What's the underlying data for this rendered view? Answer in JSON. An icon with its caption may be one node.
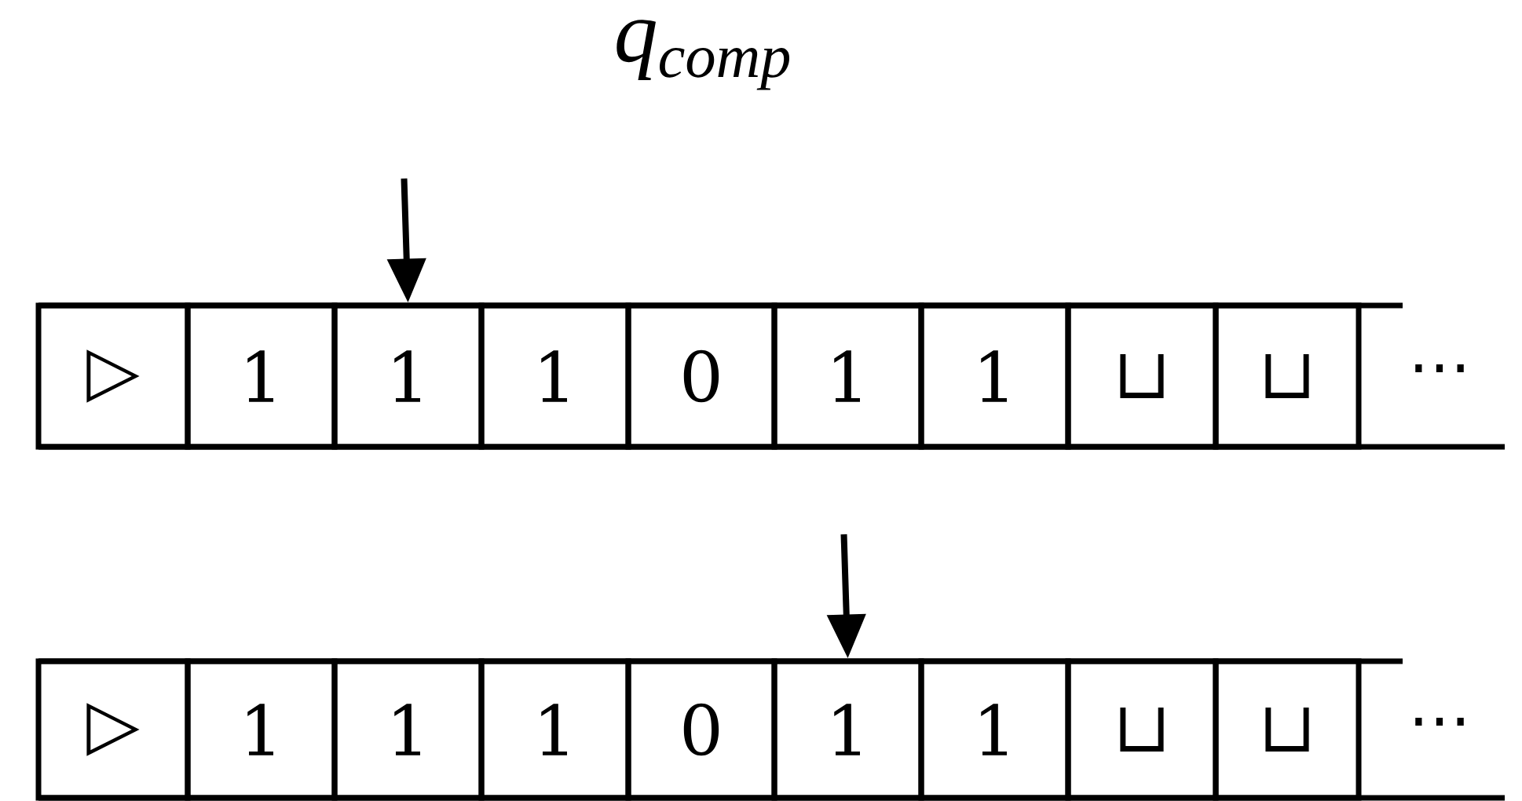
{
  "diagram": {
    "title": "q$_{comp}$",
    "nodes": [
      {
        "text": [
          "▷"
        ]
      },
      {
        "text": [
          "1"
        ]
      },
      {
        "text": [
          "1"
        ]
      },
      {
        "text": [
          "1"
        ]
      },
      {
        "text": [
          "0"
        ]
      },
      {
        "text": [
          "1"
        ]
      },
      {
        "text": [
          "1"
        ]
      },
      {
        "text": [
          "⊔"
        ]
      },
      {
        "text": [
          "⊔"
        ]
      },
      {
        "text": [
          "▷"
        ]
      },
      {
        "text": [
          "1"
        ]
      },
      {
        "text": [
          "1"
        ]
      },
      {
        "text": [
          "1"
        ]
      },
      {
        "text": [
          "0"
        ]
      },
      {
        "text": [
          "1"
        ]
      },
      {
        "text": [
          "1"
        ]
      },
      {
        "text": [
          "⊔"
        ]
      },
      {
        "text": [
          "⊔"
        ]
      }
    ],
    "edges": [
      {
        "from": null,
        "to": 2,
        "arrow": "to"
      },
      {
        "from": null,
        "to": 14,
        "arrow": "to"
      }
    ],
    "labels": [
      "⋯",
      "⋯"
    ]
  }
}
